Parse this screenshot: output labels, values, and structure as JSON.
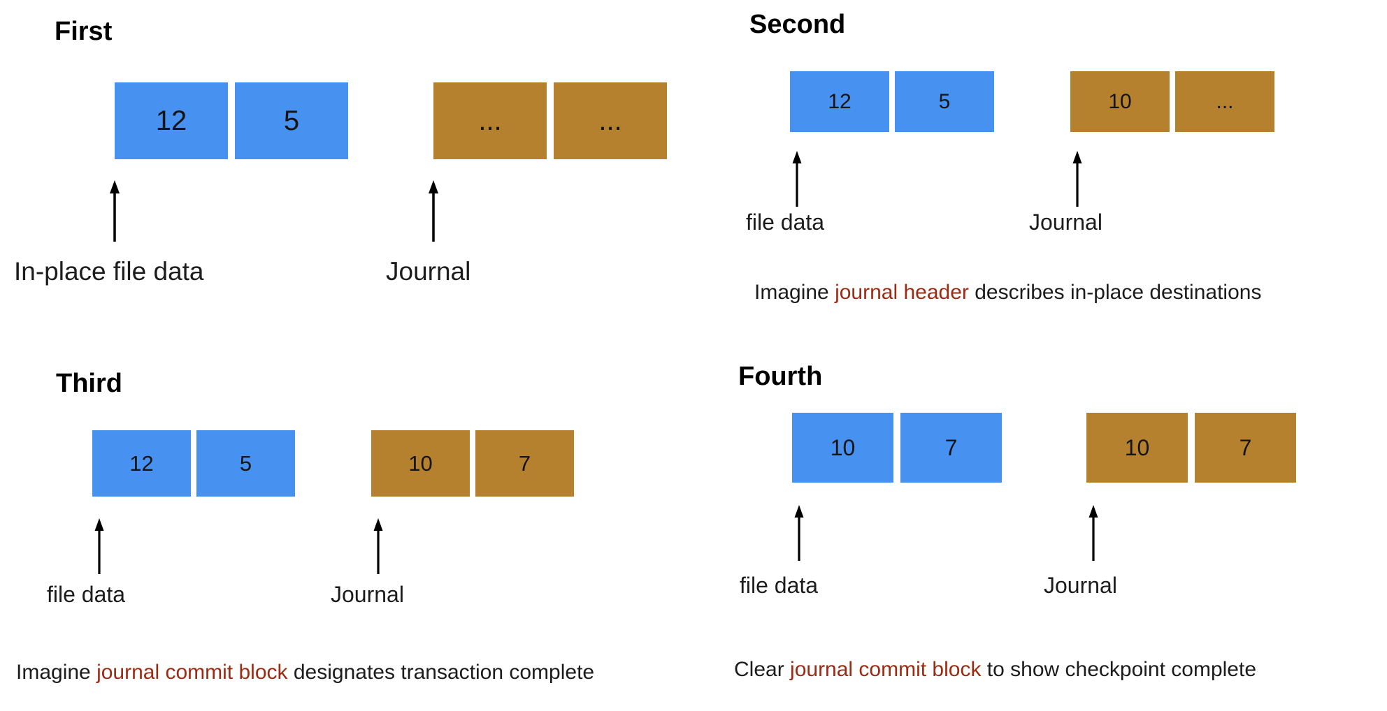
{
  "colors": {
    "file_block": "#4791F0",
    "journal_block": "#B5812F",
    "highlight_text": "#9A2C13",
    "body_text": "#1c1c1c"
  },
  "quadrants": [
    {
      "title": "First",
      "file_blocks": [
        "12",
        "5"
      ],
      "journal_blocks": [
        "...",
        "..."
      ],
      "file_label": "In-place file data",
      "journal_label": "Journal"
    },
    {
      "title": "Second",
      "file_blocks": [
        "12",
        "5"
      ],
      "journal_blocks": [
        "10",
        "..."
      ],
      "file_label": "file data",
      "journal_label": "Journal",
      "caption": {
        "prefix": "Imagine ",
        "highlight": "journal header",
        "suffix": " describes in-place destinations"
      }
    },
    {
      "title": "Third",
      "file_blocks": [
        "12",
        "5"
      ],
      "journal_blocks": [
        "10",
        "7"
      ],
      "file_label": "file data",
      "journal_label": "Journal",
      "caption": {
        "prefix": "Imagine ",
        "highlight": "journal commit block",
        "suffix": " designates transaction complete"
      }
    },
    {
      "title": "Fourth",
      "file_blocks": [
        "10",
        "7"
      ],
      "journal_blocks": [
        "10",
        "7"
      ],
      "file_label": "file data",
      "journal_label": "Journal",
      "caption": {
        "prefix": "Clear ",
        "highlight": "journal commit block",
        "suffix": " to show checkpoint complete"
      }
    }
  ]
}
